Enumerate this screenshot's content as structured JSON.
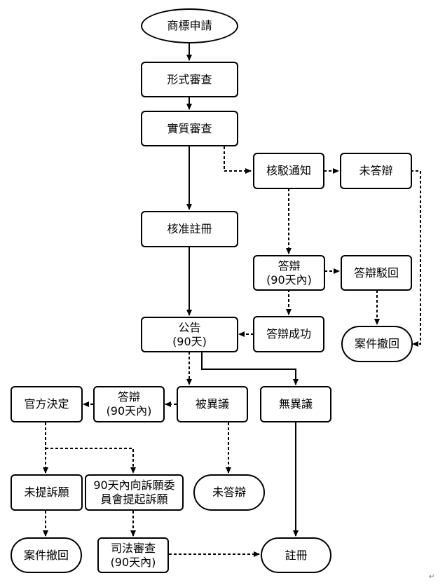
{
  "nodes": {
    "apply": "商標申請",
    "formal_review": "形式審查",
    "substantive_review": "實質審查",
    "rejection_notice": "核駁通知",
    "no_reply_1": "未答辯",
    "approved": "核准註冊",
    "reply_90": "答辯\n(90天內)",
    "reply_rejected": "答辯駁回",
    "reply_success": "答辯成功",
    "announce": "公告\n(90天)",
    "case_withdrawn_1": "案件撤回",
    "official_decision": "官方決定",
    "opp_reply": "答辯\n(90天內)",
    "opposed": "被異議",
    "no_opposition": "無異議",
    "no_appeal": "未提訴願",
    "appeal_within_90": "90天內向訴願委\n員會提起訴願",
    "no_reply_2": "未答辯",
    "case_withdrawn_2": "案件撤回",
    "judicial_review": "司法審查\n(90天內)",
    "register": "註冊"
  },
  "corner_mark": "↵"
}
